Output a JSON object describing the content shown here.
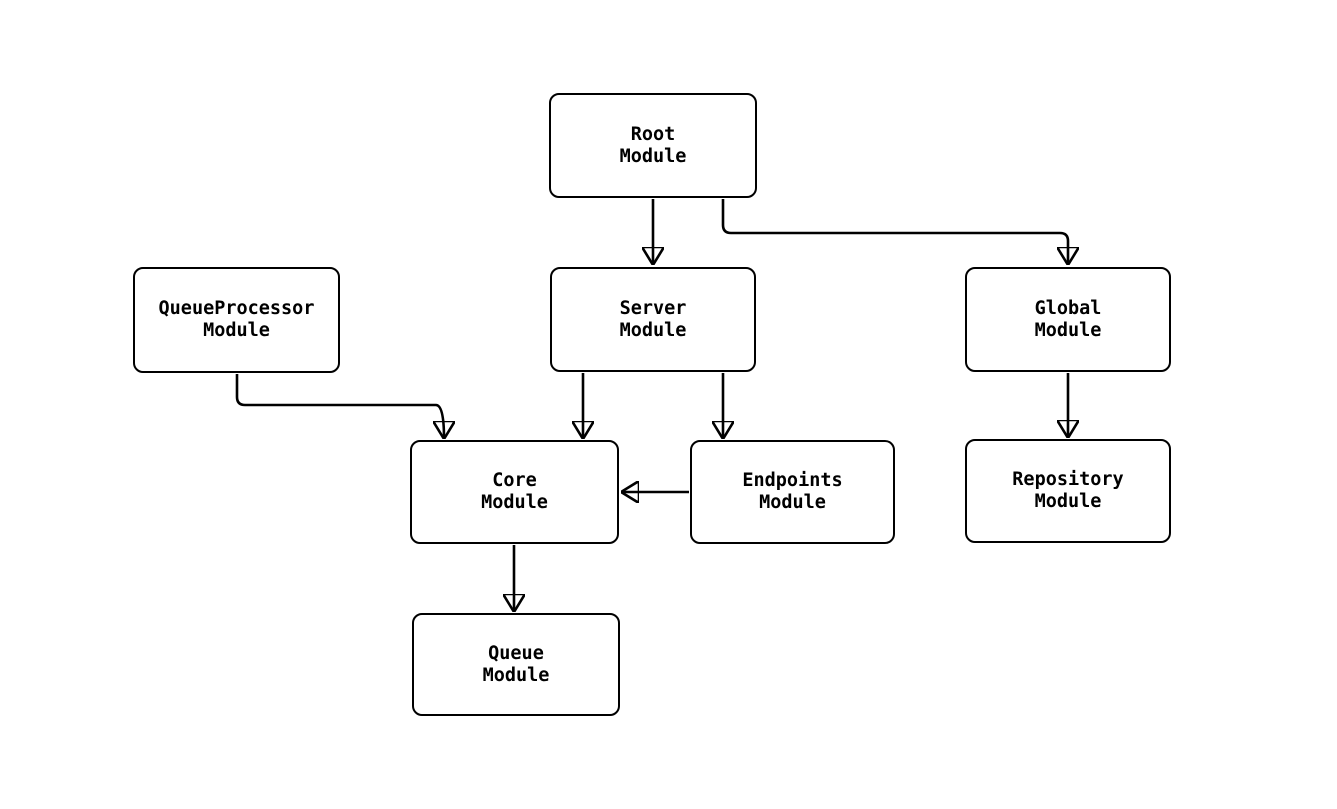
{
  "diagram": {
    "type": "module-dependency-flowchart",
    "background_color": "#ffffff",
    "line_color": "#000000",
    "box_fill_color": "#ffffff",
    "text_color": "#000000",
    "nodes": {
      "root": {
        "line1": "Root",
        "line2": "Module"
      },
      "queueprocessor": {
        "line1": "QueueProcessor",
        "line2": "Module"
      },
      "server": {
        "line1": "Server",
        "line2": "Module"
      },
      "global": {
        "line1": "Global",
        "line2": "Module"
      },
      "core": {
        "line1": "Core",
        "line2": "Module"
      },
      "endpoints": {
        "line1": "Endpoints",
        "line2": "Module"
      },
      "repository": {
        "line1": "Repository",
        "line2": "Module"
      },
      "queue": {
        "line1": "Queue",
        "line2": "Module"
      }
    },
    "edges": [
      {
        "from": "Root Module",
        "to": "Server Module"
      },
      {
        "from": "Root Module",
        "to": "Global Module"
      },
      {
        "from": "QueueProcessor Module",
        "to": "Core Module"
      },
      {
        "from": "Server Module",
        "to": "Core Module"
      },
      {
        "from": "Server Module",
        "to": "Endpoints Module"
      },
      {
        "from": "Endpoints Module",
        "to": "Core Module"
      },
      {
        "from": "Global Module",
        "to": "Repository Module"
      },
      {
        "from": "Core Module",
        "to": "Queue Module"
      }
    ]
  }
}
